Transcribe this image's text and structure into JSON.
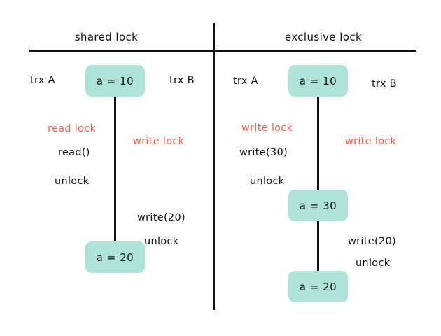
{
  "diagram": {
    "title_left": "shared lock",
    "title_right": "exclusive lock",
    "colors": {
      "box_fill": "#aee3d8",
      "lock_text": "#ff5c3d",
      "text": "#111111",
      "rule": "#111111",
      "background": "#ffffff"
    }
  },
  "panels": [
    {
      "id": "shared-lock",
      "title": "shared lock",
      "actors": {
        "left": "trx A",
        "right": "trx B"
      },
      "boxes": [
        {
          "label": "a = 10",
          "value": 10,
          "position": "top"
        },
        {
          "label": "a = 20",
          "value": 20,
          "position": "bottom"
        }
      ],
      "left_steps": [
        {
          "label": "read lock",
          "kind": "lock"
        },
        {
          "label": "read()",
          "kind": "op"
        },
        {
          "label": "unlock",
          "kind": "op"
        }
      ],
      "right_steps": [
        {
          "label": "write lock",
          "kind": "lock"
        },
        {
          "label": "write(20)",
          "kind": "op"
        },
        {
          "label": "unlock",
          "kind": "op"
        }
      ]
    },
    {
      "id": "exclusive-lock",
      "title": "exclusive lock",
      "actors": {
        "left": "trx A",
        "right": "trx B"
      },
      "boxes": [
        {
          "label": "a = 10",
          "value": 10,
          "position": "top"
        },
        {
          "label": "a = 30",
          "value": 30,
          "position": "middle"
        },
        {
          "label": "a = 20",
          "value": 20,
          "position": "bottom"
        }
      ],
      "left_steps": [
        {
          "label": "write lock",
          "kind": "lock"
        },
        {
          "label": "write(30)",
          "kind": "op"
        },
        {
          "label": "unlock",
          "kind": "op"
        }
      ],
      "right_steps": [
        {
          "label": "write lock",
          "kind": "lock"
        },
        {
          "label": "write(20)",
          "kind": "op"
        },
        {
          "label": "unlock",
          "kind": "op"
        }
      ]
    }
  ]
}
